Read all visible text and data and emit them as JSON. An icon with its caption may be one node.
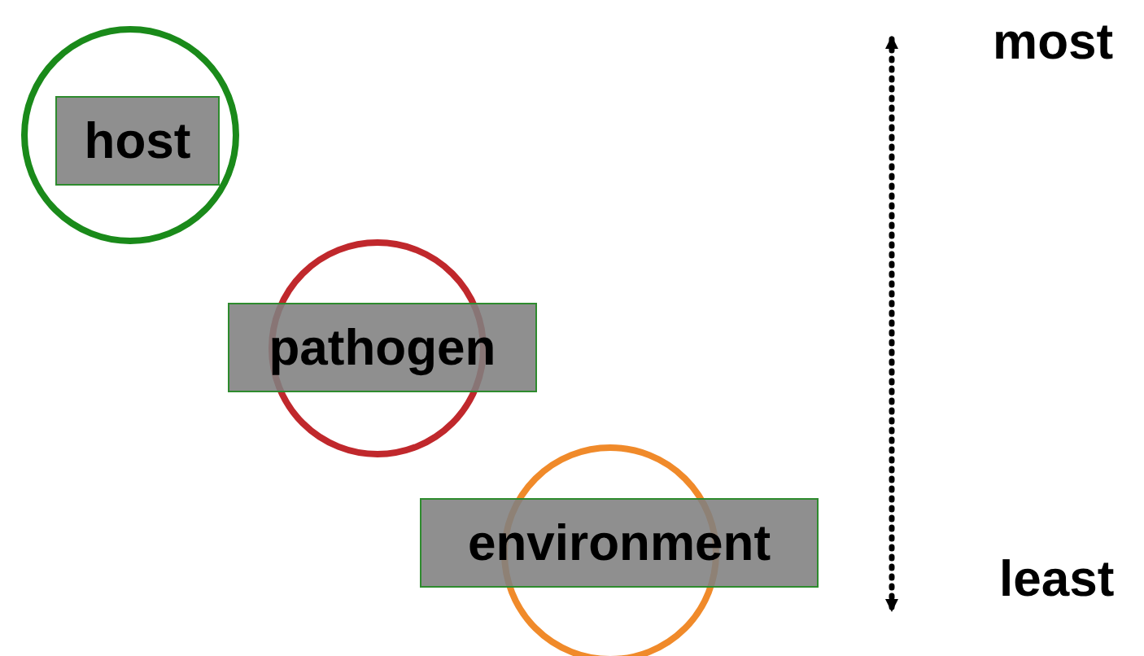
{
  "diagram": {
    "nodes": [
      {
        "text": [],
        "shape": "circle"
      },
      {
        "text": [
          "host"
        ],
        "in": 0
      },
      {
        "text": [],
        "shape": "circle"
      },
      {
        "text": [
          "pathogen"
        ]
      },
      {
        "text": [],
        "shape": "circle"
      },
      {
        "text": [
          "environment"
        ]
      }
    ],
    "labels": [
      "most",
      "least"
    ]
  }
}
